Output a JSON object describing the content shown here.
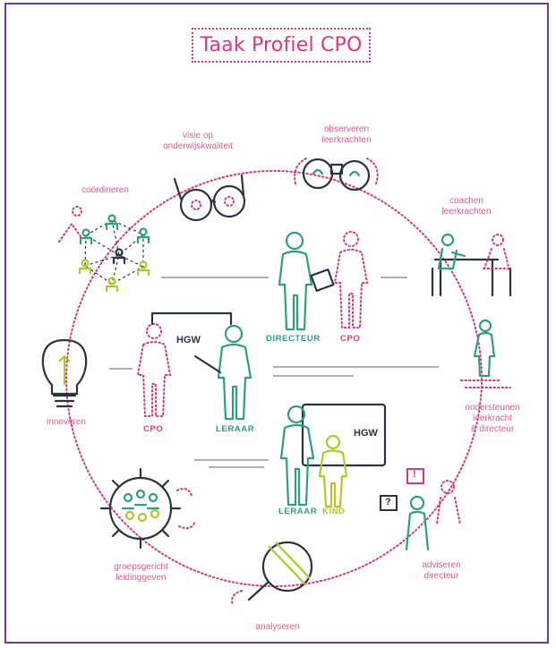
{
  "title": "Taak Profiel CPO",
  "colors": {
    "frame": "#6a3ea1",
    "pink": "#d6377e",
    "teal": "#2f9d7e",
    "lime": "#b3c62c",
    "dark": "#2b3340"
  },
  "roles": {
    "visie": "visie op\nonderwijskwaliteit",
    "observeren": "observeren\nleerkrachten",
    "coordineren": "coördineren",
    "coachen": "coachen\nleerkrachten",
    "innoveren": "innoveren",
    "ondersteunen": "ondersteunen\nleerkracht\n& directeur",
    "groepsgericht": "groepsgericht\nleidinggeven",
    "adviseren": "adviseren\ndirecteur",
    "analyseren": "analyseren"
  },
  "figures": {
    "directeur": "DIRECTEUR",
    "cpo_top": "CPO",
    "cpo_left": "CPO",
    "leraar_mid": "LERAAR",
    "leraar_bottom": "LERAAR",
    "kind": "KIND",
    "hgw_mid": "HGW",
    "hgw_bottom": "HGW"
  },
  "icons": {
    "bubble_excl": "!",
    "bubble_q": "?"
  }
}
